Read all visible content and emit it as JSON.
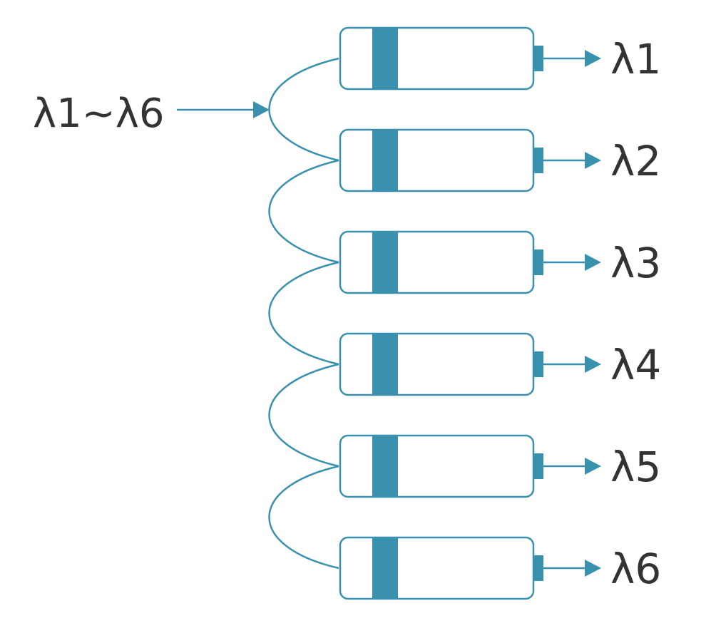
{
  "input_label": "λ1~λ6",
  "outputs": [
    "λ1",
    "λ2",
    "λ3",
    "λ4",
    "λ5",
    "λ6"
  ],
  "colors": {
    "accent": "#3a91ad",
    "text": "#333333",
    "background": "#ffffff"
  }
}
